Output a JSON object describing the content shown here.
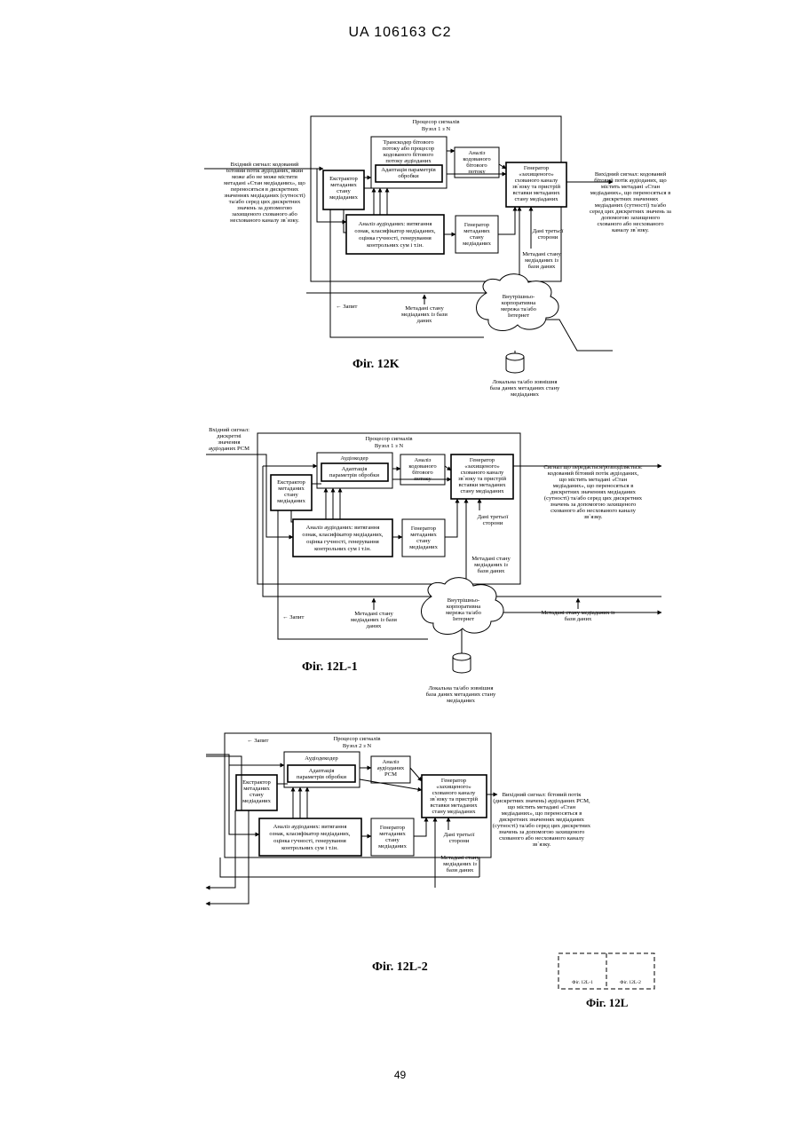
{
  "header": "UA   106163   C2",
  "page_number": "49",
  "fig12k": {
    "title": [
      "Процесор сигналів",
      "Вузол 1 з N"
    ],
    "transcoder": [
      "Транскодер бітового",
      "потоку або процесор",
      "кодованого бітового",
      "потоку аудіоданих"
    ],
    "adapt": [
      "Адаптація параметрів",
      "обробки"
    ],
    "analysis_coded": [
      "Аналіз",
      "кодованого",
      "бітового",
      "потоку"
    ],
    "extractor": [
      "Екстрактор",
      "метаданих",
      "стану",
      "медіаданих"
    ],
    "hidden_gen": [
      "Генератор",
      "«захищеного»",
      "схованого каналу",
      "зв`язку та пристрій",
      "вставки метаданих",
      "стану медіаданих"
    ],
    "audio_analysis": [
      "Аналіз аудіоданих: витягання",
      "ознак, класифікатор медіаданих,",
      "оцінка гучності, генерування",
      "контрольних сум і т.ін."
    ],
    "meta_gen": [
      "Генератор",
      "метаданих",
      "стану",
      "медіаданих"
    ],
    "input": [
      "Вхідний сигнал: кодований",
      "бітовий потік аудіоданих, який",
      "може або не може містити",
      "метадані «Стан медіаданих», що",
      "переносяться в дискретних",
      "значеннях медіаданих (сутності)",
      "та/або серед цих дискретних",
      "значень за допомогою",
      "захищеного схованого або",
      "несхованого каналу зв`язку."
    ],
    "output": [
      "Вихідний сигнал: кодований",
      "бітовий потік аудіоданих, що",
      "містить метадані «Стан",
      "медіаданих», що переносяться в",
      "дискретних значеннях",
      "медіаданих (сутності) та/або",
      "серед цих дискретних значень за",
      "допомогою захищеного",
      "схованого або несхованого",
      "каналу зв`язку."
    ],
    "third_party": [
      "Дані третьої",
      "сторони"
    ],
    "meta_db": [
      "Метадані стану",
      "медіаданих із",
      "бази даних"
    ],
    "query": "← Запит",
    "meta_db2": [
      "Метадані стану",
      "медіаданих із бази",
      "даних"
    ],
    "network": [
      "Внутрішньо-",
      "корпоративна",
      "мережа та/або",
      "Інтернет"
    ],
    "db": [
      "Локальна та/або зовнішня",
      "база даних метаданих стану",
      "медіаданих"
    ],
    "caption": "Фіг. 12K"
  },
  "fig12l1": {
    "input": [
      "Вхідний сигнал:",
      "дискретні",
      "значення",
      "аудіоданих PCM"
    ],
    "title": [
      "Процесор сигналів",
      "Вузол 1 з N"
    ],
    "encoder": "Аудіокодер",
    "adapt": [
      "Адаптація",
      "параметрів обробки"
    ],
    "analysis_coded": [
      "Аналіз",
      "кодованого",
      "бітового",
      "потоку"
    ],
    "extractor": [
      "Екстрактор",
      "метаданих",
      "стану",
      "медіаданих"
    ],
    "hidden_gen": [
      "Генератор",
      "«захищеного»",
      "схованого каналу",
      "зв`язку та пристрій",
      "вставки метаданих",
      "стану медіаданих"
    ],
    "audio_analysis": [
      "Аналіз аудіоданих: витягання",
      "ознак, класифікатор медіаданих,",
      "оцінка гучності, генерування",
      "контрольних сум і т.ін."
    ],
    "meta_gen": [
      "Генератор",
      "метаданих",
      "стану",
      "медіаданих"
    ],
    "output": [
      "Сигнал що передається/розподіляється:",
      "кодований бітовий потік аудіоданих,",
      "що містить метадані «Стан",
      "медіаданих», що переносяться в",
      "дискретних значеннях медіаданих",
      "(сутності) та/або серед цих дискретних",
      "значень за допомогою захищеного",
      "схованого або несхованого каналу",
      "зв`язку."
    ],
    "third_party": [
      "Дані третьої",
      "сторони"
    ],
    "meta_db": [
      "Метадані стану",
      "медіаданих із",
      "бази даних"
    ],
    "query": "← Запит",
    "meta_db2": [
      "Метадані стану",
      "медіаданих із бази",
      "даних"
    ],
    "network": [
      "Внутрішньо-",
      "корпоративна",
      "мережа та/або",
      "Інтернет"
    ],
    "meta_db3": [
      "Метадані стану медіаданих із",
      "бази даних"
    ],
    "db": [
      "Локальна та/або зовнішня",
      "база даних метаданих стану",
      "медіаданих"
    ],
    "caption": "Фіг. 12L-1"
  },
  "fig12l2": {
    "title": [
      "Процесор сигналів",
      "Вузол 2 з N"
    ],
    "decoder": "Аудіодекодер",
    "adapt": [
      "Адаптація",
      "параметрів обробки"
    ],
    "analysis_pcm": [
      "Аналіз",
      "аудіоданих",
      "PCM"
    ],
    "extractor": [
      "Екстрактор",
      "метаданих",
      "стану",
      "медіаданих"
    ],
    "hidden_gen": [
      "Генератор",
      "«захищеного»",
      "схованого каналу",
      "зв`язку та пристрій",
      "вставки метаданих",
      "стану медіаданих"
    ],
    "audio_analysis": [
      "Аналіз аудіоданих: витягання",
      "ознак, класифікатор медіаданих,",
      "оцінка гучності, генерування",
      "контрольних сум і т.ін."
    ],
    "meta_gen": [
      "Генератор",
      "метаданих",
      "стану",
      "медіаданих"
    ],
    "output": [
      "Вихідний сигнал: бітовий потік",
      "(дискретних значень) аудіоданих PCM,",
      "що містить метадані «Стан",
      "медіаданих», що переносяться в",
      "дискретних значеннях медіаданих",
      "(сутності) та/або серед цих дискретних",
      "значень за допомогою захищеного",
      "схованого або несхованого каналу",
      "зв`язку."
    ],
    "third_party": [
      "Дані третьої",
      "сторони"
    ],
    "meta_db": [
      "Метадані стану",
      "медіаданих із",
      "бази даних"
    ],
    "query": "← Запит",
    "caption": "Фіг. 12L-2"
  },
  "fig12l": {
    "part1": "Фіг. 12L-1",
    "part2": "Фіг. 12L-2",
    "caption": "Фіг. 12L"
  }
}
